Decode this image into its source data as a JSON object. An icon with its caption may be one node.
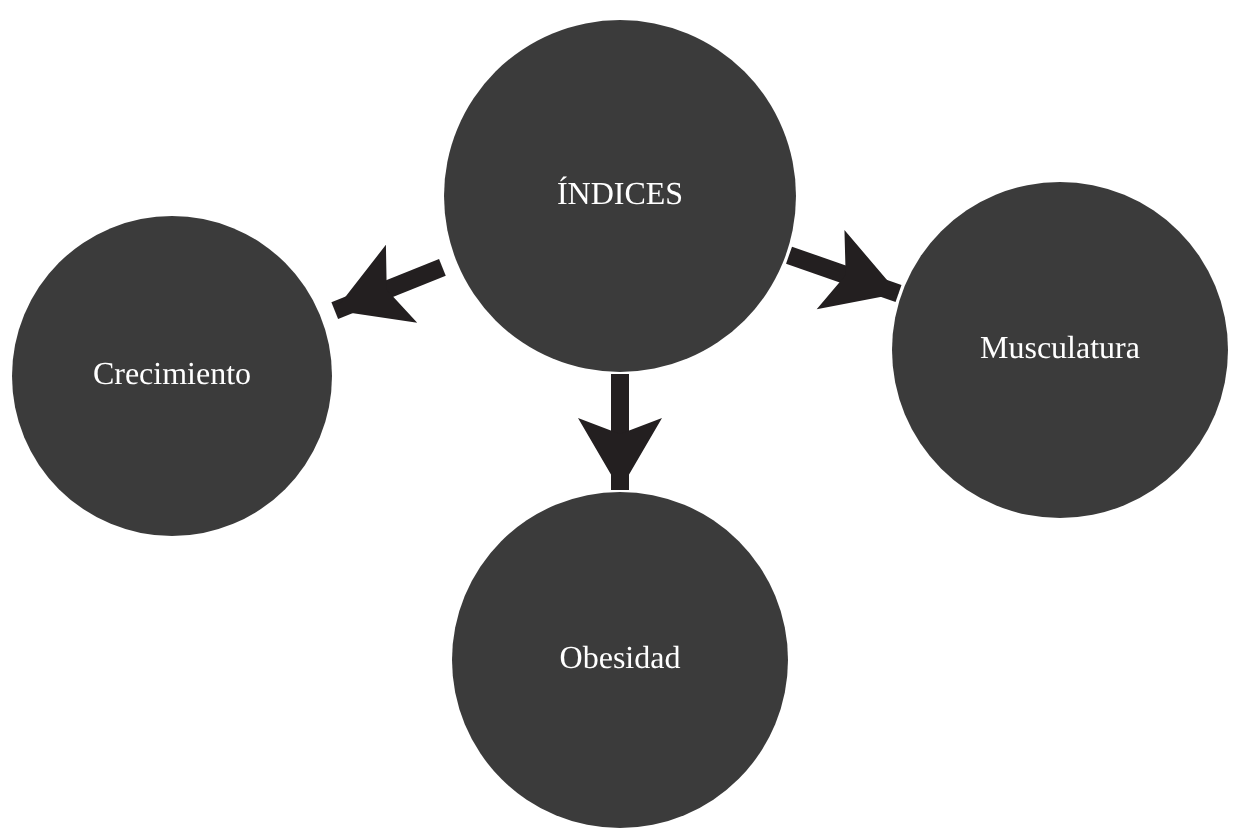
{
  "diagram": {
    "nodes": [
      {
        "text": [
          "ÍNDICES"
        ]
      },
      {
        "text": [
          "Crecimiento"
        ]
      },
      {
        "text": [
          "Musculatura"
        ]
      },
      {
        "text": [
          "Obesidad"
        ]
      }
    ],
    "edges": [
      {
        "from": 0,
        "to": 1,
        "arrow": "to"
      },
      {
        "from": 0,
        "to": 2,
        "arrow": "to"
      },
      {
        "from": 0,
        "to": 3,
        "arrow": "to"
      }
    ]
  }
}
